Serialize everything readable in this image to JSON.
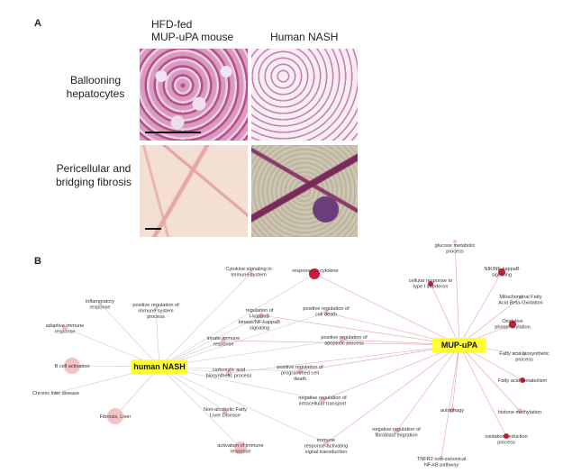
{
  "panel_a": {
    "letter": "A",
    "columns": [
      {
        "line1": "HFD-fed",
        "line2": "MUP-uPA mouse"
      },
      {
        "line1": "Human NASH"
      }
    ],
    "rows": [
      {
        "line1": "Ballooning",
        "line2": "hepatocytes"
      },
      {
        "line1": "Pericellular and",
        "line2": "bridging fibrosis"
      }
    ]
  },
  "panel_b": {
    "letter": "B",
    "hubs": {
      "human": {
        "label": "human NASH",
        "color": "#ffff33"
      },
      "mouse": {
        "label": "MUP-uPA",
        "color": "#ffff33"
      }
    },
    "nodes": [
      {
        "id": "n1",
        "lines": [
          "Cytokine signaling in",
          "Immune system"
        ]
      },
      {
        "id": "n2",
        "lines": [
          "response to cytokine"
        ]
      },
      {
        "id": "n3",
        "lines": [
          "glucose metabolic",
          "process"
        ]
      },
      {
        "id": "n4",
        "lines": [
          "NIK/NF-kappaB",
          "signaling"
        ]
      },
      {
        "id": "n5",
        "lines": [
          "cellular response to",
          "type I interferon"
        ]
      },
      {
        "id": "n6",
        "lines": [
          "inflammatory",
          "response"
        ]
      },
      {
        "id": "n7",
        "lines": [
          "positive regulation of",
          "immune system",
          "process"
        ]
      },
      {
        "id": "n8",
        "lines": [
          "regulation of",
          "I-kappaB",
          "kinase/NF-kappaB",
          "signaling"
        ]
      },
      {
        "id": "n9",
        "lines": [
          "positive regulation of",
          "cell death"
        ]
      },
      {
        "id": "n10",
        "lines": [
          "Mitochondrial Fatty",
          "Acid Beta-Oxidation"
        ]
      },
      {
        "id": "n11",
        "lines": [
          "adaptive immune",
          "response"
        ]
      },
      {
        "id": "n12",
        "lines": [
          "innate immune",
          "response"
        ]
      },
      {
        "id": "n13",
        "lines": [
          "positive regulation of",
          "apoptotic process"
        ]
      },
      {
        "id": "n14",
        "lines": [
          "Oxidative",
          "phosphorylation"
        ]
      },
      {
        "id": "n15",
        "lines": [
          "B cell activation"
        ]
      },
      {
        "id": "n16",
        "lines": [
          "carboxylic acid",
          "biosynthetic process"
        ]
      },
      {
        "id": "n17",
        "lines": [
          "positive regulation of",
          "programmed cell",
          "death"
        ]
      },
      {
        "id": "n18",
        "lines": [
          "Fatty acid biosynthetic",
          "process"
        ]
      },
      {
        "id": "n19",
        "lines": [
          "Chronic liver disease"
        ]
      },
      {
        "id": "n20",
        "lines": [
          "Fatty acid metabolism"
        ]
      },
      {
        "id": "n21",
        "lines": [
          "negative regulation of",
          "intracellular transport"
        ]
      },
      {
        "id": "n22",
        "lines": [
          "Non-alcoholic Fatty",
          "Liver Disease"
        ]
      },
      {
        "id": "n23",
        "lines": [
          "autophagy"
        ]
      },
      {
        "id": "n24",
        "lines": [
          "histone methylation"
        ]
      },
      {
        "id": "n25",
        "lines": [
          "Fibrosis, Liver"
        ]
      },
      {
        "id": "n26",
        "lines": [
          "negative regulation of",
          "fibroblast migration"
        ]
      },
      {
        "id": "n27",
        "lines": [
          "oxidation-reduction",
          "process"
        ]
      },
      {
        "id": "n28",
        "lines": [
          "activation of immune",
          "response"
        ]
      },
      {
        "id": "n29",
        "lines": [
          "immune",
          "response-activating",
          "signal transduction"
        ]
      },
      {
        "id": "n30",
        "lines": [
          "TNFR2 non-canonical",
          "NF-kB pathway"
        ]
      }
    ],
    "colors": {
      "node_dark": "#c8102e",
      "node_light": "#f2b8bd",
      "edge_human": "#c9c9d8",
      "edge_mouse": "#e4a0a8"
    }
  }
}
